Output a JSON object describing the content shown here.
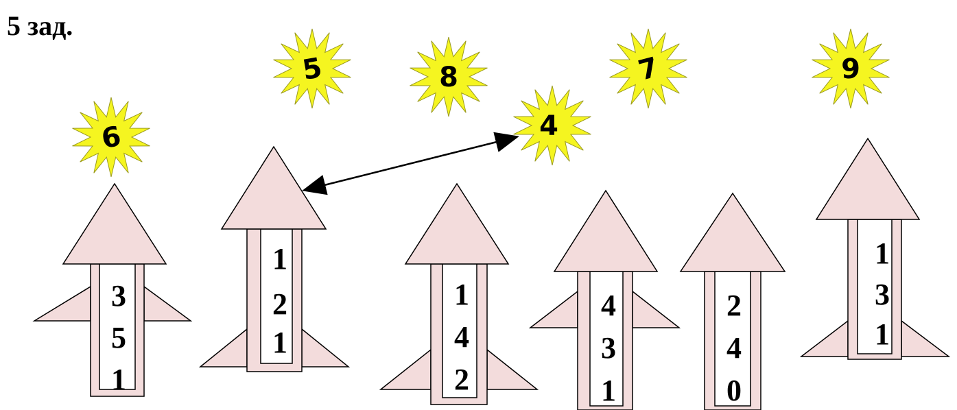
{
  "title": "5 зад.",
  "colors": {
    "star": "#f5f520",
    "rocket": "#f3dcdc",
    "outline": "#000000"
  },
  "stars": [
    {
      "id": "star-6",
      "number": "6"
    },
    {
      "id": "star-5",
      "number": "5"
    },
    {
      "id": "star-8",
      "number": "8"
    },
    {
      "id": "star-4",
      "number": "4"
    },
    {
      "id": "star-7",
      "number": "7"
    },
    {
      "id": "star-9",
      "number": "9"
    }
  ],
  "rockets": [
    {
      "id": "rocket-1",
      "digits": [
        "3",
        "5",
        "1"
      ]
    },
    {
      "id": "rocket-2",
      "digits": [
        "1",
        "2",
        "1"
      ]
    },
    {
      "id": "rocket-3",
      "digits": [
        "1",
        "4",
        "2"
      ]
    },
    {
      "id": "rocket-4",
      "digits": [
        "4",
        "3",
        "1"
      ]
    },
    {
      "id": "rocket-5",
      "digits": [
        "2",
        "4",
        "0"
      ]
    },
    {
      "id": "rocket-6",
      "digits": [
        "1",
        "3",
        "1"
      ]
    }
  ],
  "connection": {
    "from": "rocket-2",
    "to": "star-4"
  }
}
